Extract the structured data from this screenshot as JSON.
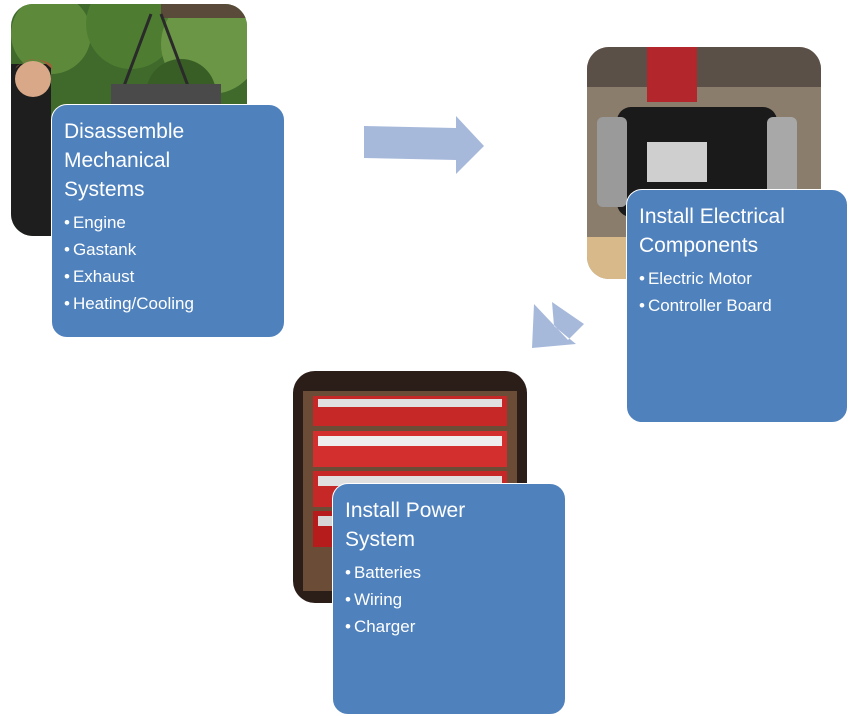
{
  "steps": [
    {
      "title_lines": [
        "Disassemble",
        "Mechanical",
        "Systems"
      ],
      "bullets": [
        "Engine",
        "Gastank",
        "Exhaust",
        "Heating/Cooling"
      ],
      "photo": "person-lifting-engine-photo"
    },
    {
      "title_lines": [
        "Install Electrical",
        "Components"
      ],
      "bullets": [
        "Electric Motor",
        "Controller Board"
      ],
      "photo": "electric-motor-photo"
    },
    {
      "title_lines": [
        "Install Power",
        "System"
      ],
      "bullets": [
        "Batteries",
        "Wiring",
        "Charger"
      ],
      "photo": "battery-pack-photo"
    }
  ],
  "bullet_glyph": "•",
  "colors": {
    "card_fill": "#4f81bd",
    "card_text": "#ffffff",
    "arrow_fill": "#a7b9db"
  },
  "arrows": [
    {
      "from": 1,
      "to": 2,
      "icon": "arrow-right-icon"
    },
    {
      "from": 2,
      "to": 3,
      "icon": "arrow-down-left-icon"
    }
  ]
}
